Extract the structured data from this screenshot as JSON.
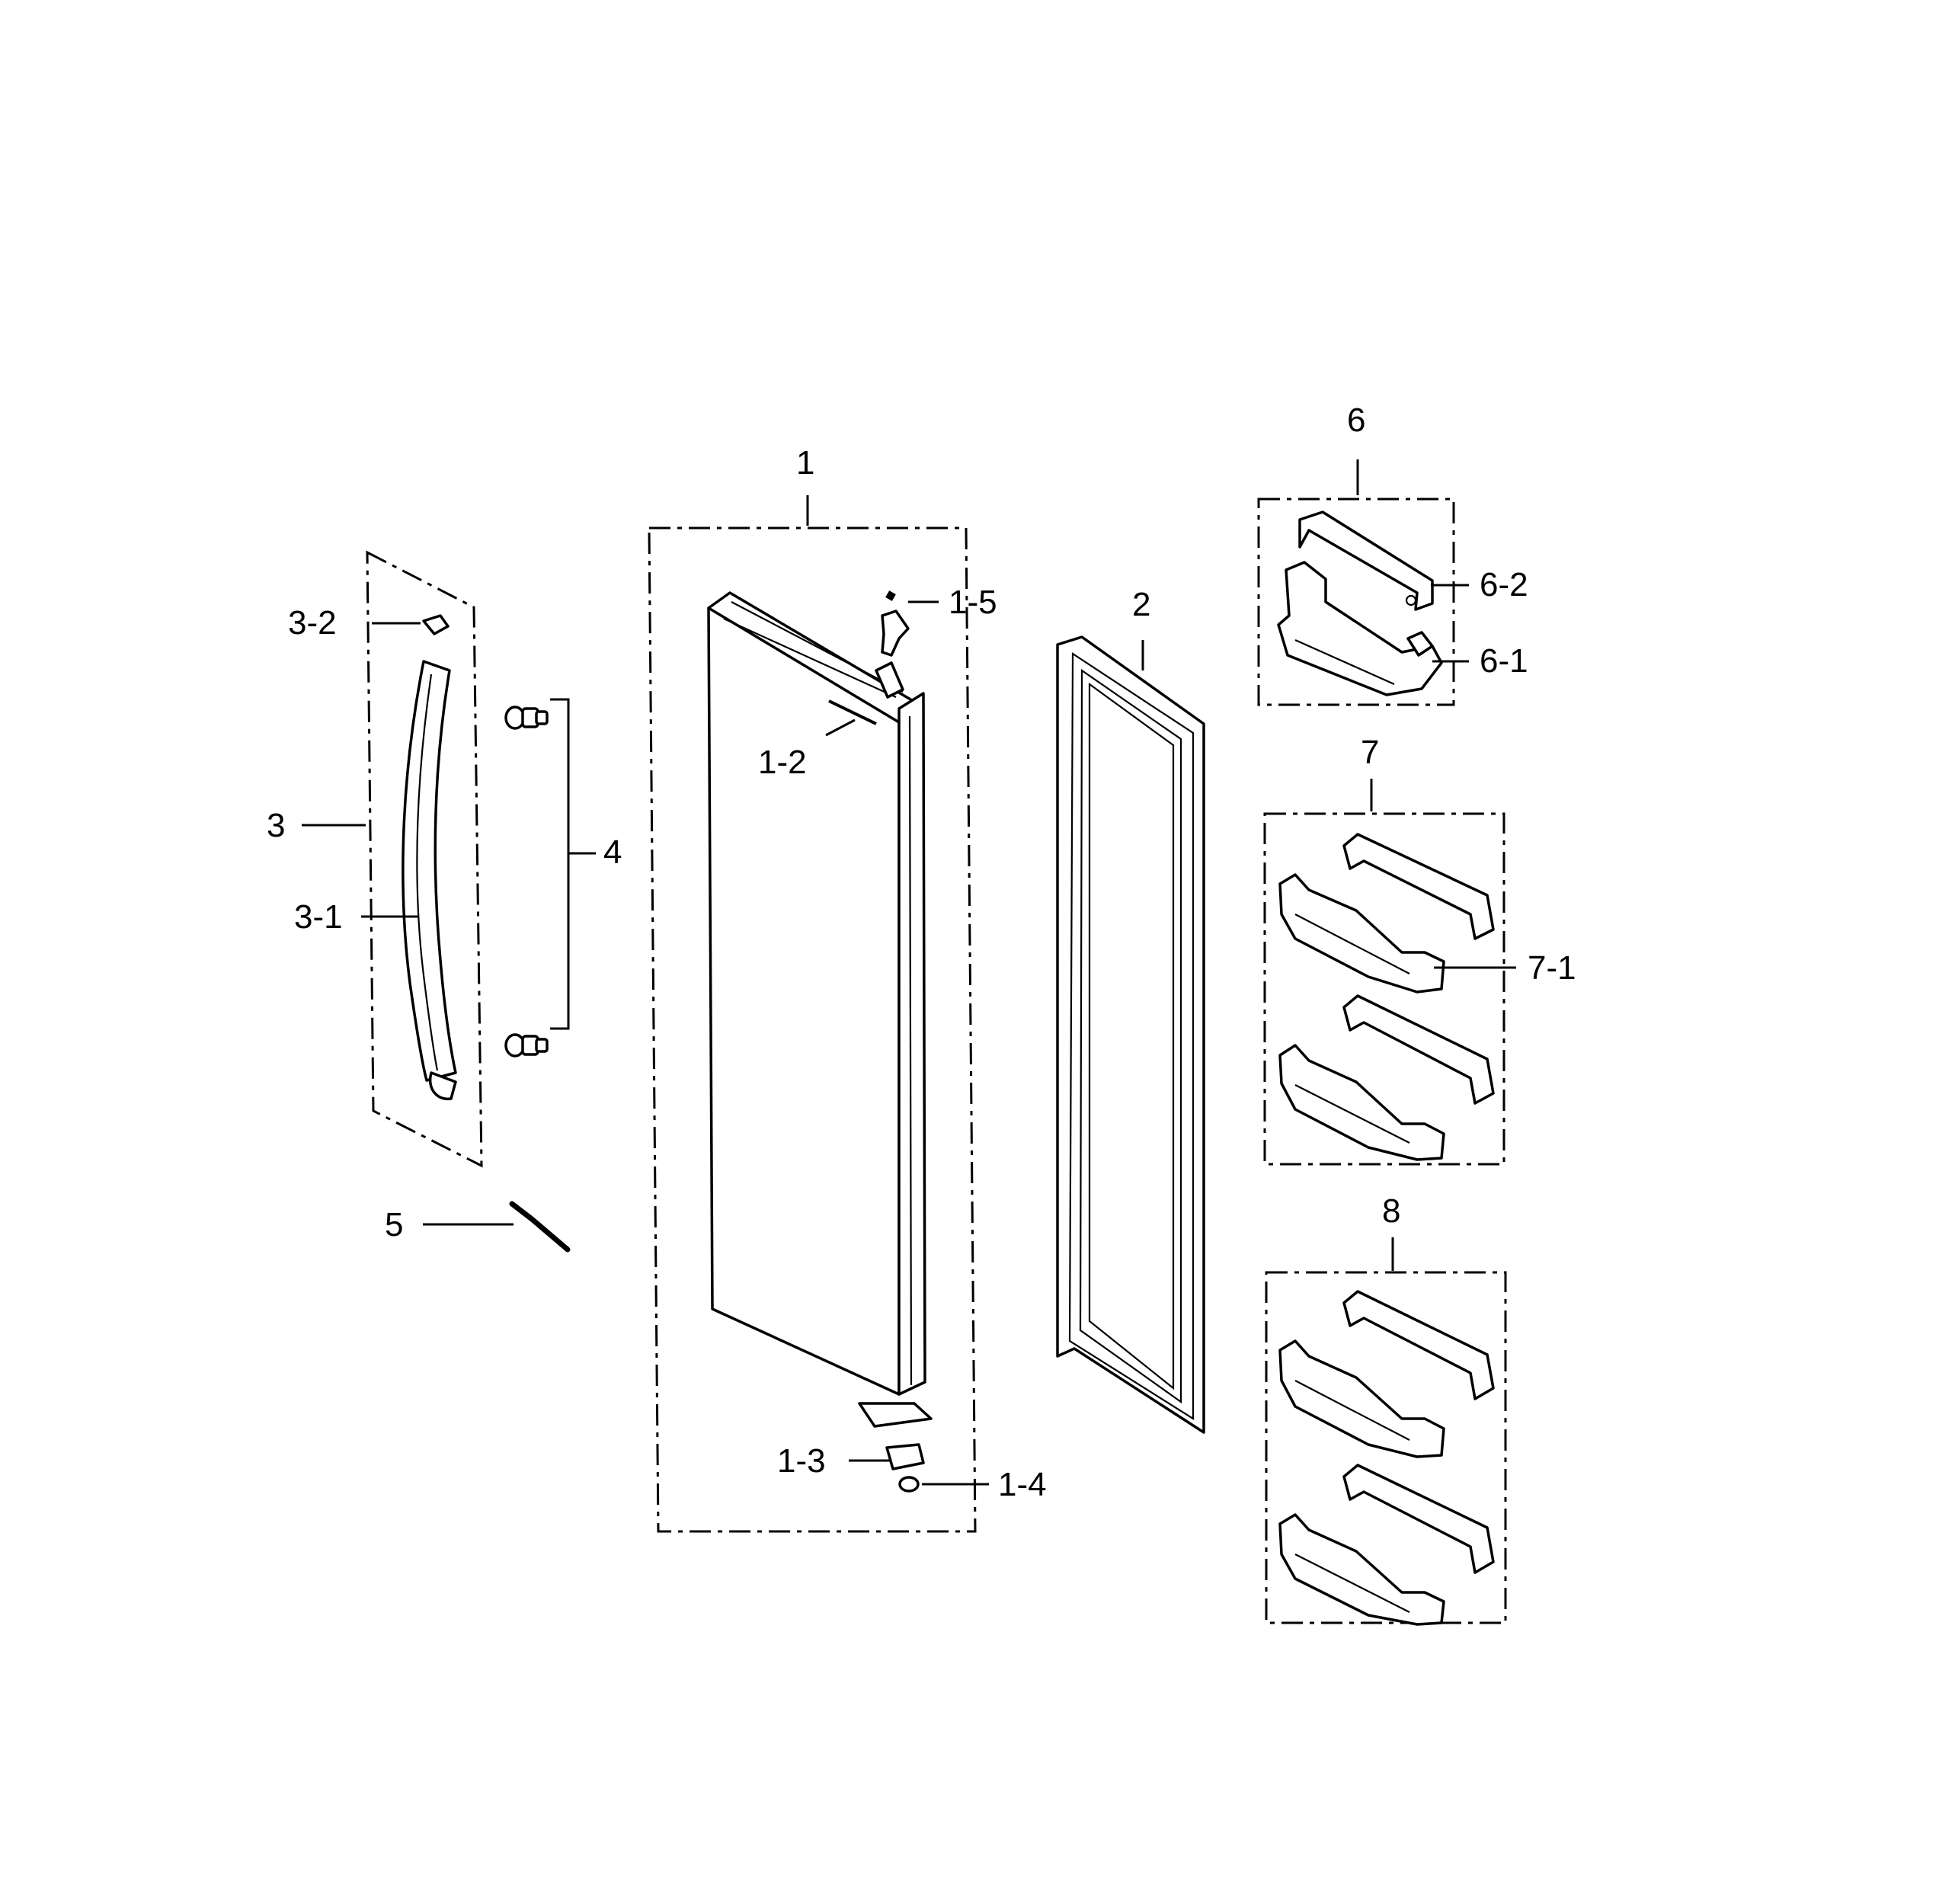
{
  "callouts": {
    "door_assembly": "1",
    "hinge_cover": "1-5",
    "door_badge": "1-2",
    "lower_hinge": "1-3",
    "hinge_washer": "1-4",
    "door_gasket": "2",
    "handle_assembly": "3",
    "handle_cap": "3-2",
    "handle_bar": "3-1",
    "handle_screws": "4",
    "allen_wrench": "5",
    "guard_assembly_top": "6",
    "guard_cover": "6-2",
    "guard_bin": "6-1",
    "guard_assembly_middle": "7",
    "guard_middle_bin": "7-1",
    "guard_assembly_bottom": "8"
  },
  "colors": {
    "line": "#000000",
    "background": "#ffffff"
  }
}
